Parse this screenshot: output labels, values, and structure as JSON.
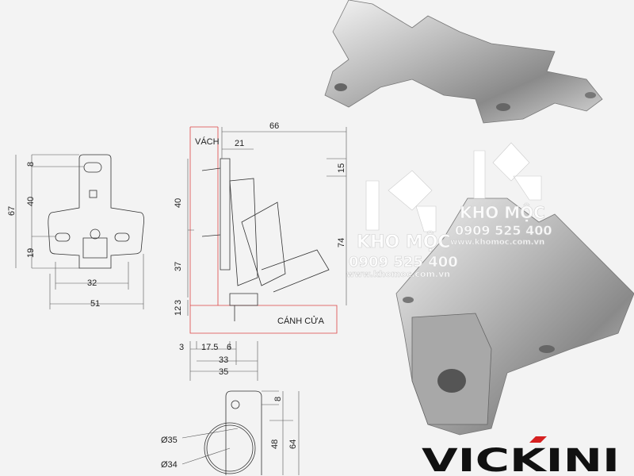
{
  "plate_view": {
    "dims": [
      "8",
      "40",
      "19",
      "67",
      "32",
      "51"
    ]
  },
  "side_view": {
    "wall_label": "VÁCH",
    "door_label": "CÁNH CỬA",
    "dims": [
      "66",
      "21",
      "15",
      "40",
      "74",
      "37",
      "12",
      "3",
      "3",
      "17.5",
      "6",
      "33",
      "35"
    ]
  },
  "cup_view": {
    "dims": [
      "Ø35",
      "Ø34",
      "8",
      "48",
      "64"
    ]
  },
  "watermark": {
    "brand": "KHO MỘC",
    "phone": "0909 525 400",
    "website": "www.khomoc.com.vn"
  },
  "logo": {
    "text": "VICKINI",
    "accent_color": "#d62020"
  },
  "colors": {
    "background": "#f3f3f3",
    "line": "#333333",
    "guide_red": "#dd4444"
  }
}
